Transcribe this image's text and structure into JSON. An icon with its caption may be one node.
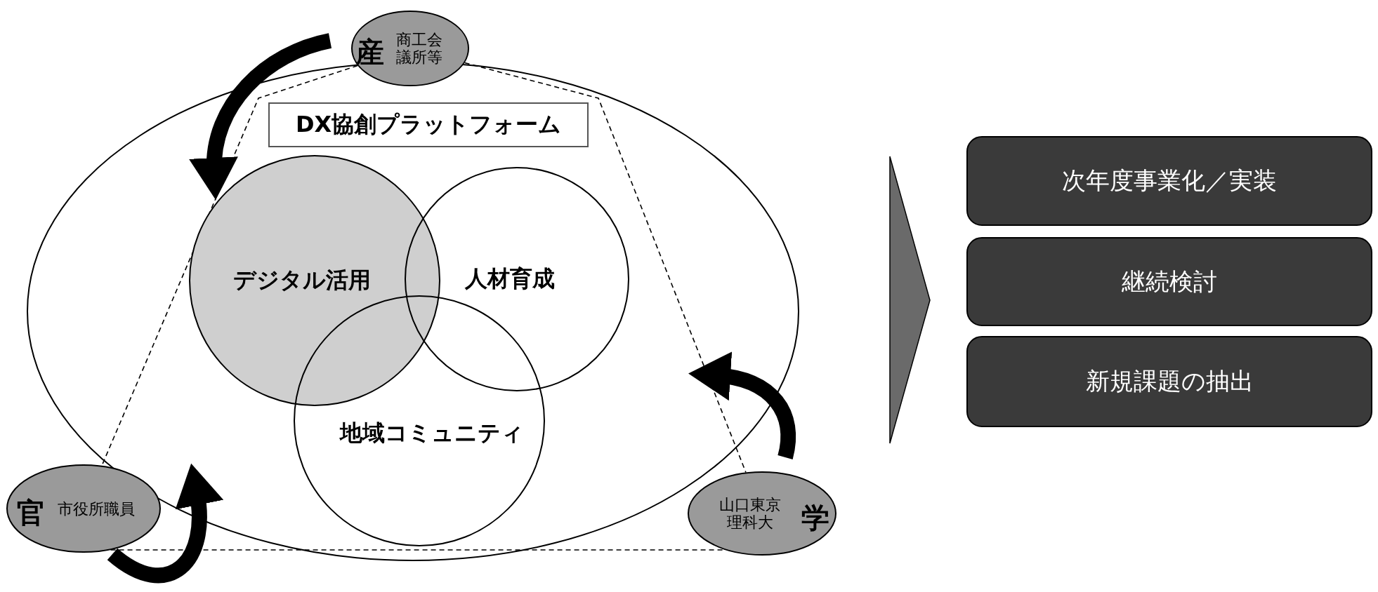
{
  "diagram": {
    "nodes": [
      {
        "text": [],
        "shape": "ellipse"
      },
      {
        "text": [
          "DX協創プラットフォーム"
        ],
        "in": 0
      },
      {
        "text": [
          "デジタル活用"
        ],
        "in": 0
      },
      {
        "text": [
          "人材育成"
        ],
        "in": 0
      },
      {
        "text": [
          "地域コミュニティ"
        ],
        "in": 0
      },
      {
        "text": [
          "産",
          "商工会議所等"
        ]
      },
      {
        "text": [
          "官",
          "市役所職員"
        ]
      },
      {
        "text": [
          "山口東京理科大",
          "学"
        ]
      },
      {
        "text": [
          "次年度事業化／実装"
        ]
      },
      {
        "text": [
          "継続検討"
        ]
      },
      {
        "text": [
          "新規課題の抽出"
        ]
      }
    ],
    "edges": [
      {
        "from": 5,
        "to": 6,
        "arrow": "none",
        "style": "dashed"
      },
      {
        "from": 5,
        "to": 7,
        "arrow": "none",
        "style": "dashed"
      },
      {
        "from": 6,
        "to": 7,
        "arrow": "none",
        "style": "dashed"
      }
    ]
  }
}
